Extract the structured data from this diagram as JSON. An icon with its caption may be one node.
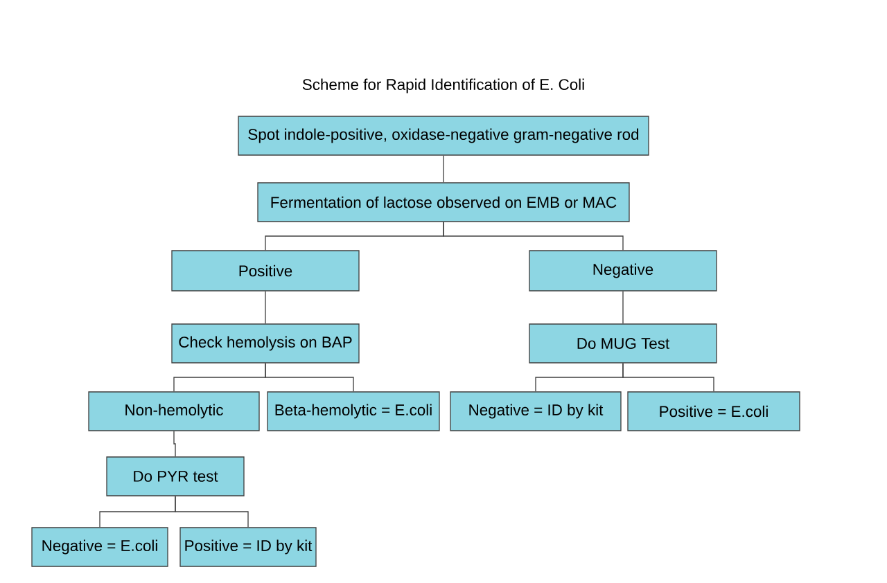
{
  "diagram": {
    "title": "Scheme for Rapid Identification of E. Coli",
    "nodes": [
      {
        "text": [
          "Spot indole-positive, oxidase-negative gram-negative rod"
        ]
      },
      {
        "text": [
          "Fermentation of lactose observed on EMB or MAC"
        ]
      },
      {
        "text": [
          "Positive"
        ]
      },
      {
        "text": [
          "Negative"
        ]
      },
      {
        "text": [
          "Check hemolysis on BAP"
        ]
      },
      {
        "text": [
          "Do MUG Test"
        ]
      },
      {
        "text": [
          "Non-hemolytic"
        ]
      },
      {
        "text": [
          "Beta-hemolytic = E.coli"
        ]
      },
      {
        "text": [
          "Negative = ID by kit"
        ]
      },
      {
        "text": [
          "Positive = E.coli"
        ]
      },
      {
        "text": [
          "Do PYR test"
        ]
      },
      {
        "text": [
          "Negative = E.coli"
        ]
      },
      {
        "text": [
          "Positive = ID by kit"
        ]
      }
    ],
    "edges": [
      {
        "from": 0,
        "to": 1,
        "arrow": "none"
      },
      {
        "from": 1,
        "to": 2,
        "arrow": "none"
      },
      {
        "from": 1,
        "to": 3,
        "arrow": "none"
      },
      {
        "from": 2,
        "to": 4,
        "arrow": "none"
      },
      {
        "from": 3,
        "to": 5,
        "arrow": "none"
      },
      {
        "from": 4,
        "to": 6,
        "arrow": "none"
      },
      {
        "from": 4,
        "to": 7,
        "arrow": "none"
      },
      {
        "from": 5,
        "to": 8,
        "arrow": "none"
      },
      {
        "from": 5,
        "to": 9,
        "arrow": "none"
      },
      {
        "from": 6,
        "to": 10,
        "arrow": "none"
      },
      {
        "from": 10,
        "to": 11,
        "arrow": "none"
      },
      {
        "from": 10,
        "to": 12,
        "arrow": "none"
      }
    ]
  }
}
